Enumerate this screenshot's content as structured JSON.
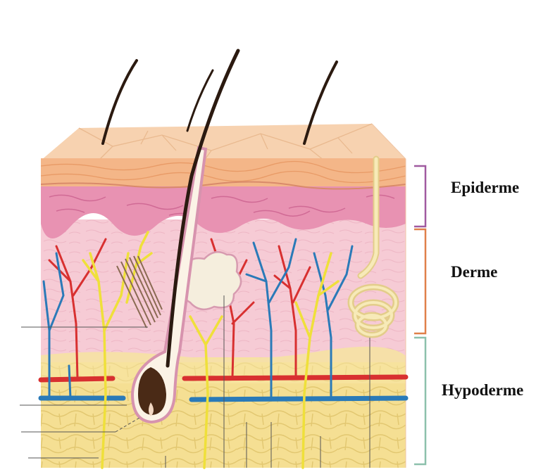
{
  "labels": {
    "epidermis": "Epiderme",
    "dermis": "Derme",
    "hypodermis": "Hypoderme"
  },
  "colors": {
    "epidermis_bracket": "#a05aa0",
    "dermis_bracket": "#e0804a",
    "hypodermis_bracket": "#8cc0ac",
    "artery": "#d83030",
    "vein": "#2a7ab8",
    "nerve": "#f0e040",
    "hair": "#2b1a10",
    "fat": "#f3dc8e"
  },
  "icons": [
    "hair-shaft-icon",
    "hair-follicle-icon",
    "sebaceous-gland-icon",
    "sweat-gland-icon",
    "arrector-pili-icon"
  ]
}
